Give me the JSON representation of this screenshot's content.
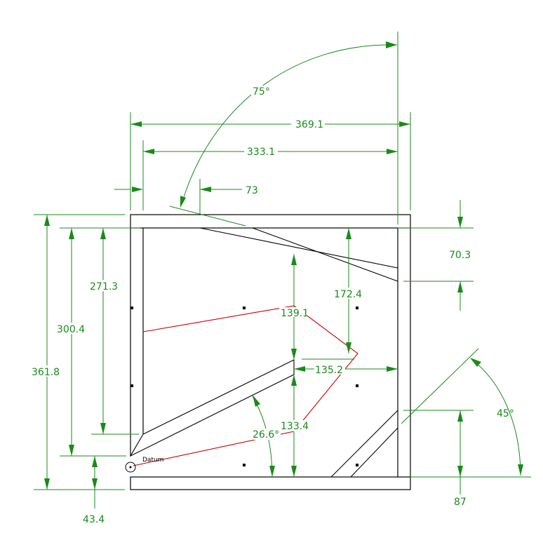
{
  "dimensions": {
    "width_outer": "369.1",
    "width_inner": "333.1",
    "offset_top": "73",
    "angle_top": "75°",
    "height_top_right": "70.3",
    "height_inner_left": "271.3",
    "height_left": "300.4",
    "height_outer": "361.8",
    "height_bottom": "43.4",
    "vert_172": "172.4",
    "vert_139": "139.1",
    "horiz_135": "135.2",
    "vert_133": "133.4",
    "angle_266": "26.6°",
    "angle_45": "45°",
    "height_87": "87"
  },
  "labels": {
    "datum": "Datum"
  },
  "colors": {
    "dimension": "#1a8a1a",
    "outline": "#000000",
    "path": "#cc0000"
  }
}
